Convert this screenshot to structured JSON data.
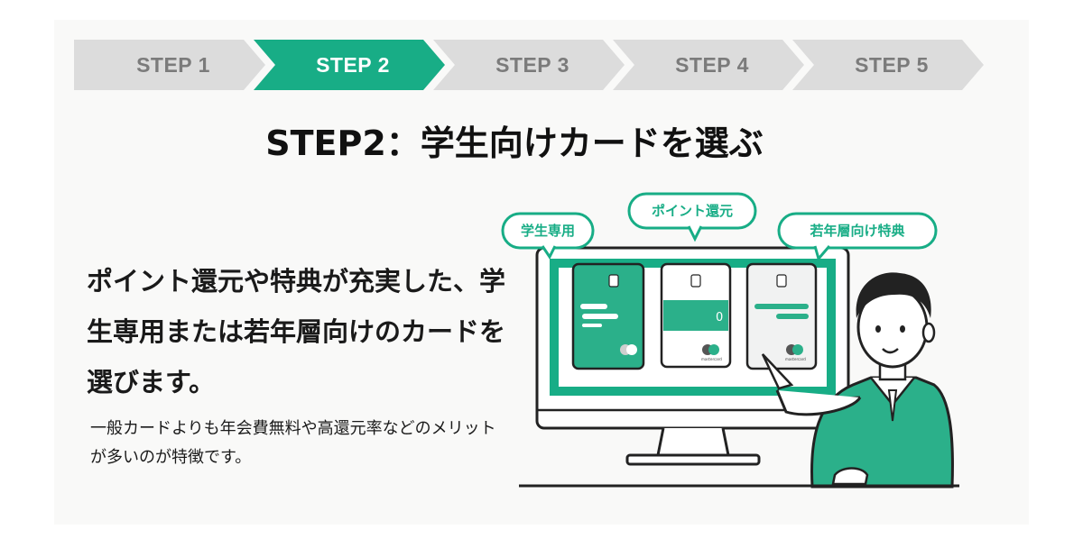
{
  "steps": [
    {
      "label": "STEP 1",
      "active": false
    },
    {
      "label": "STEP 2",
      "active": true
    },
    {
      "label": "STEP 3",
      "active": false
    },
    {
      "label": "STEP 4",
      "active": false
    },
    {
      "label": "STEP 5",
      "active": false
    }
  ],
  "title": "STEP2：学生向けカードを選ぶ",
  "lead": "ポイント還元や特典が充実した、学生専用または若年層向けのカードを選びます。",
  "sub": "一般カードよりも年会費無料や高還元率などのメリットが多いのが特徴です。",
  "illustration": {
    "labels": {
      "student": "学生専用",
      "points": "ポイント還元",
      "youth": "若年層向け特典"
    },
    "card_number_glyph": "0",
    "card_brand_text": "mastercard"
  },
  "colors": {
    "accent": "#18ad86",
    "inactive_step": "#dcdcdc",
    "inactive_text": "#7b7b7b"
  }
}
